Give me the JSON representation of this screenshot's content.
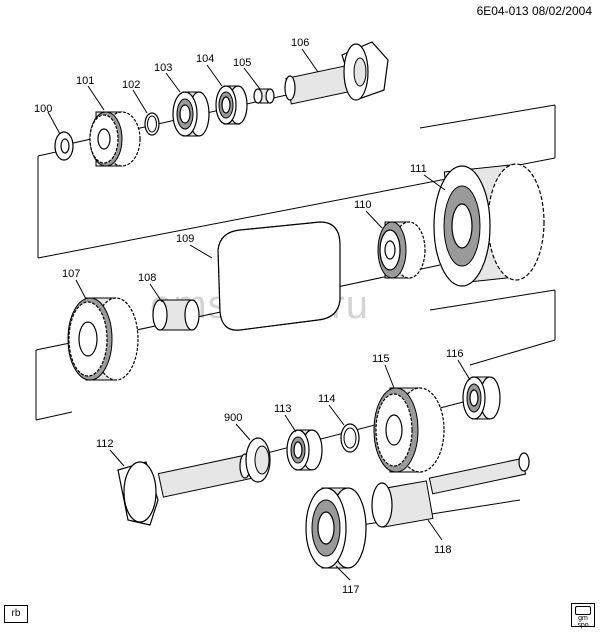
{
  "header": {
    "code": "6E04-013 08/02/2004"
  },
  "watermark": "omskdad.ru",
  "footer": {
    "left_badge": "rb",
    "right_logo_text": "gm spo"
  },
  "parts": {
    "p100": "100",
    "p101": "101",
    "p102": "102",
    "p103": "103",
    "p104": "104",
    "p105": "105",
    "p106": "106",
    "p107": "107",
    "p108": "108",
    "p109": "109",
    "p110": "110",
    "p111": "111",
    "p112": "112",
    "p113": "113",
    "p114": "114",
    "p115": "115",
    "p116": "116",
    "p117": "117",
    "p118": "118",
    "p900": "900"
  }
}
